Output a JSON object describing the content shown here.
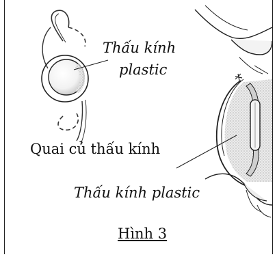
{
  "labels": {
    "lens_label_line1": "Thấu kính",
    "lens_label_line2": "plastic",
    "haptic_label": "Quai củ thấu kính",
    "lens_in_eye_label": "Thấu kính plastic",
    "figure_caption": "Hình 3"
  },
  "colors": {
    "ink": "#1a1a1a",
    "iris_fill": "#cfcfcf",
    "lens_fill": "#eeeeee",
    "tissue_fill": "#e6e6e6"
  },
  "icons": {
    "lens_figure": "intraocular-lens-with-haptics",
    "eye_figure": "eye-cross-section"
  }
}
